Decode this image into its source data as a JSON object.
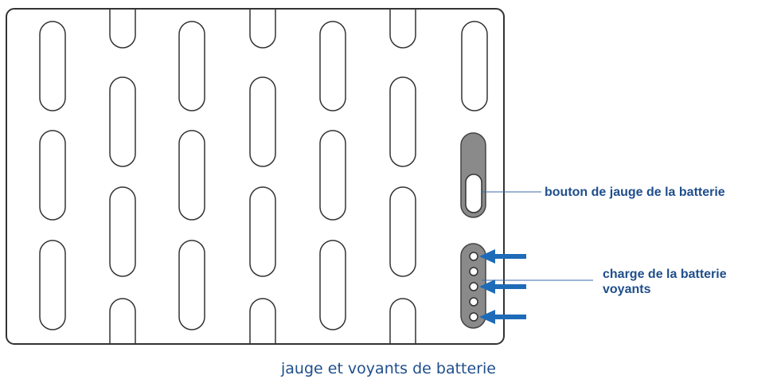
{
  "labels": {
    "button": "bouton de jauge de la batterie",
    "leds_line1": "charge de la batterie",
    "leds_line2": "voyants"
  },
  "caption": "jauge et voyants de batterie",
  "colors": {
    "outline": "#333333",
    "label": "#1f4e8c",
    "arrow": "#1e6bb8",
    "panel": "#8a8a8a",
    "leader": "#3b6aa8"
  },
  "indicators": {
    "led_count": 5,
    "arrows_on_leds": [
      1,
      3,
      5
    ]
  }
}
